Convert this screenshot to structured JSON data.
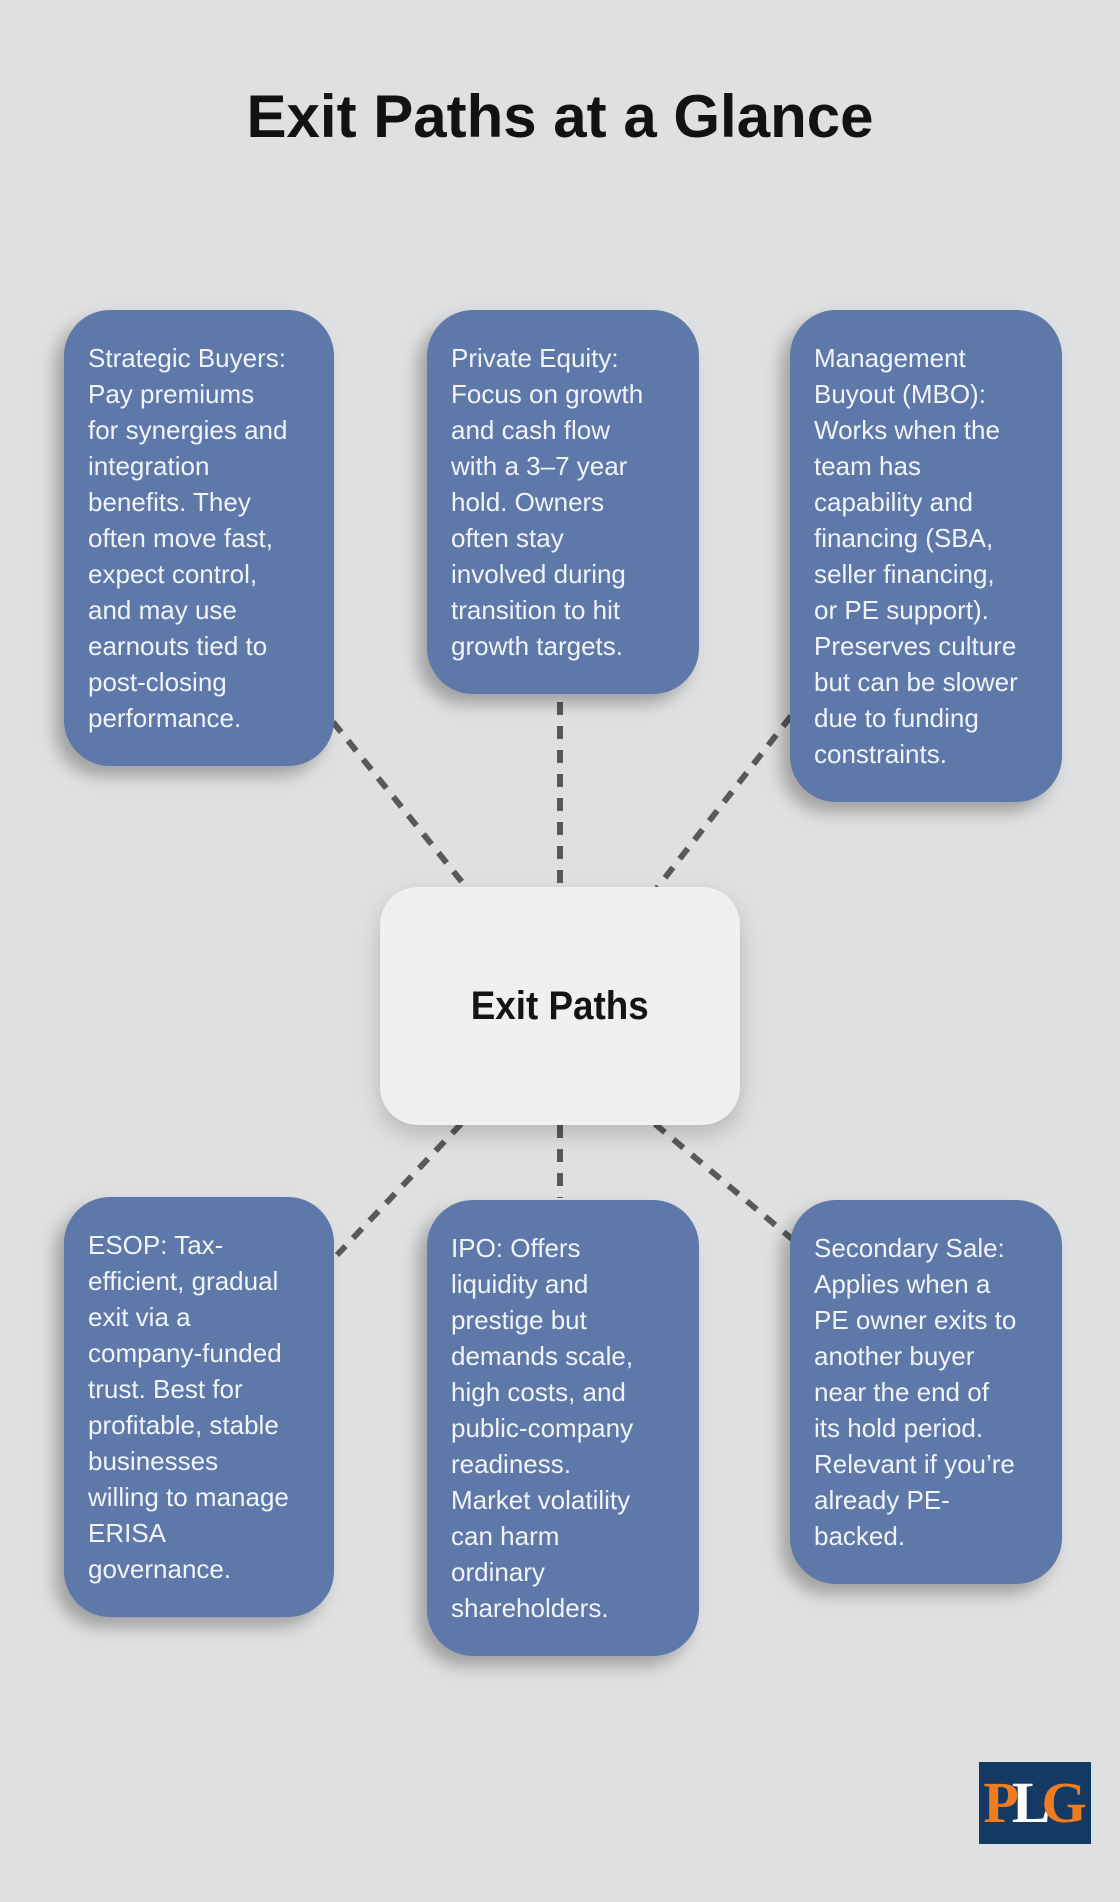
{
  "title": "Exit Paths at a Glance",
  "center": {
    "label": "Exit Paths"
  },
  "nodes": {
    "strategic_buyers": {
      "text": "Strategic Buyers:\nPay premiums\nfor synergies and\nintegration\nbenefits. They\noften move fast,\nexpect control,\nand may use\nearnouts tied to\npost-closing\nperformance."
    },
    "private_equity": {
      "text": "Private Equity:\nFocus on growth\nand cash flow\nwith a 3–7 year\nhold. Owners\noften stay\ninvolved during\ntransition to hit\ngrowth targets."
    },
    "management_buyout": {
      "text": "Management\nBuyout (MBO):\nWorks when the\nteam has\ncapability and\nfinancing (SBA,\nseller financing,\nor PE support).\nPreserves culture\nbut can be slower\ndue to funding\nconstraints."
    },
    "esop": {
      "text": "ESOP: Tax-\nefficient, gradual\nexit via a\ncompany-funded\ntrust. Best for\nprofitable, stable\nbusinesses\nwilling to manage\nERISA\ngovernance."
    },
    "ipo": {
      "text": "IPO: Offers\nliquidity and\nprestige but\ndemands scale,\nhigh costs, and\npublic-company\nreadiness.\nMarket volatility\ncan harm\nordinary\nshareholders."
    },
    "secondary_sale": {
      "text": "Secondary Sale:\nApplies when a\nPE owner exits to\nanother buyer\nnear the end of\nits hold period.\nRelevant if you’re\nalready PE-\nbacked."
    }
  },
  "logo": {
    "p": "P",
    "l": "L",
    "g": "G"
  },
  "colors": {
    "background": "#dfe0e1",
    "node_fill": "#5d78a9",
    "node_text": "#f1f4f8",
    "center_fill": "#eef0f2",
    "connector": "#58595b",
    "title_text": "#121212",
    "logo_background": "#143a63",
    "logo_orange": "#ee7d21",
    "logo_white": "#ffffff"
  }
}
